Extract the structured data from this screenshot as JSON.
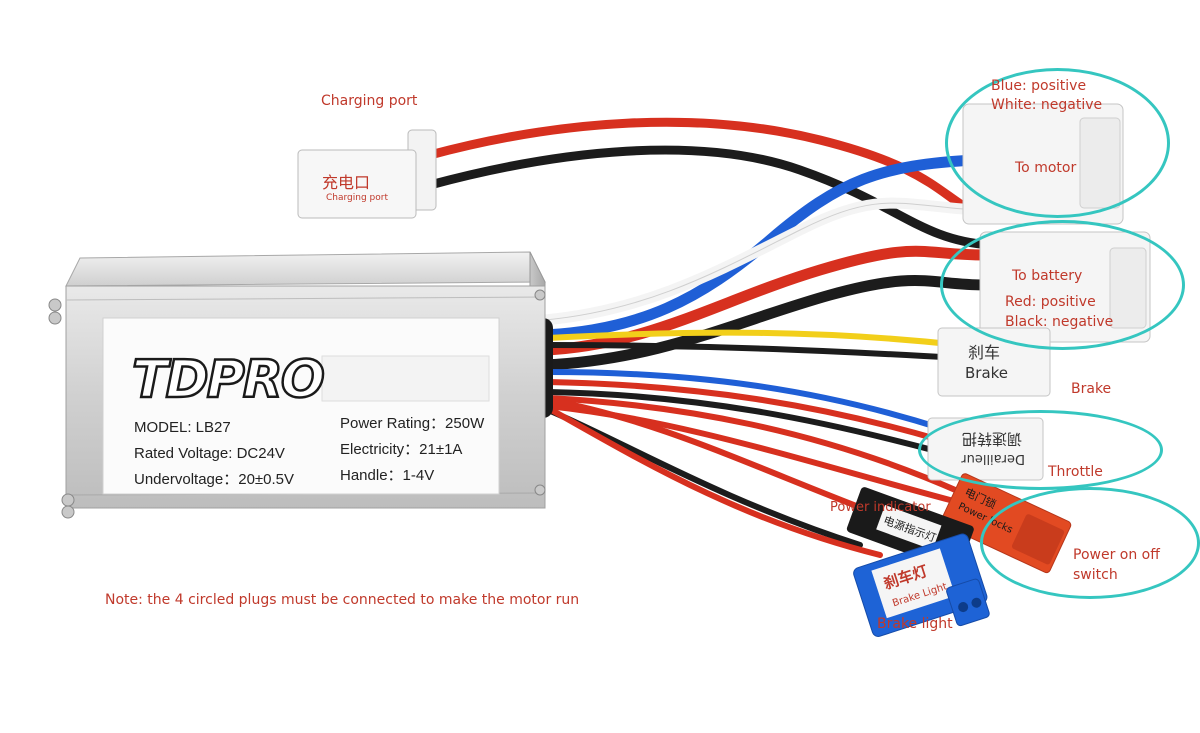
{
  "colors": {
    "accent_circle": "#35c6c0",
    "annotation_red": "#c0392b",
    "wire_red": "#d7301f",
    "wire_black": "#1c1c1c",
    "wire_blue": "#1f5fd6",
    "wire_white": "#f4f4f4",
    "wire_yellow": "#f2cf1a",
    "housing_silver": "#d9d9d9",
    "plug_blue": "#1e63d6",
    "plug_red": "#e24a22"
  },
  "controller": {
    "brand_logo": "TDPRO",
    "model": "MODEL: LB27",
    "rated_voltage": "Rated Voltage: DC24V",
    "undervoltage": "Undervoltage：20±0.5V",
    "power_rating": "Power Rating：250W",
    "electricity": "Electricity：21±1A",
    "handle": "Handle：1-4V"
  },
  "plugs": {
    "charging": {
      "cn": "充电口",
      "en": "Charging port"
    },
    "brake": {
      "cn": "刹车",
      "en": "Brake"
    },
    "throttle": {
      "cn": "调速转把",
      "en": "Derailleur"
    },
    "power_locks": {
      "cn": "电门锁",
      "en": "Power locks"
    },
    "power_indicator": {
      "cn": "电源指示灯",
      "en": "Power indicator"
    },
    "brake_light": {
      "cn": "刹车灯",
      "en": "Brake Light"
    }
  },
  "annotations": {
    "charging_port": "Charging port",
    "motor_blue": "Blue: positive",
    "motor_white": "White: negative",
    "to_motor": "To motor",
    "to_battery": "To battery",
    "battery_red": "Red: positive",
    "battery_black": "Black: negative",
    "brake": "Brake",
    "throttle": "Throttle",
    "power_indicator": "Power indicator",
    "power_switch_1": "Power on off",
    "power_switch_2": "switch",
    "brake_light": "Brake light",
    "note": "Note: the 4 circled plugs must be connected to make the motor run"
  }
}
